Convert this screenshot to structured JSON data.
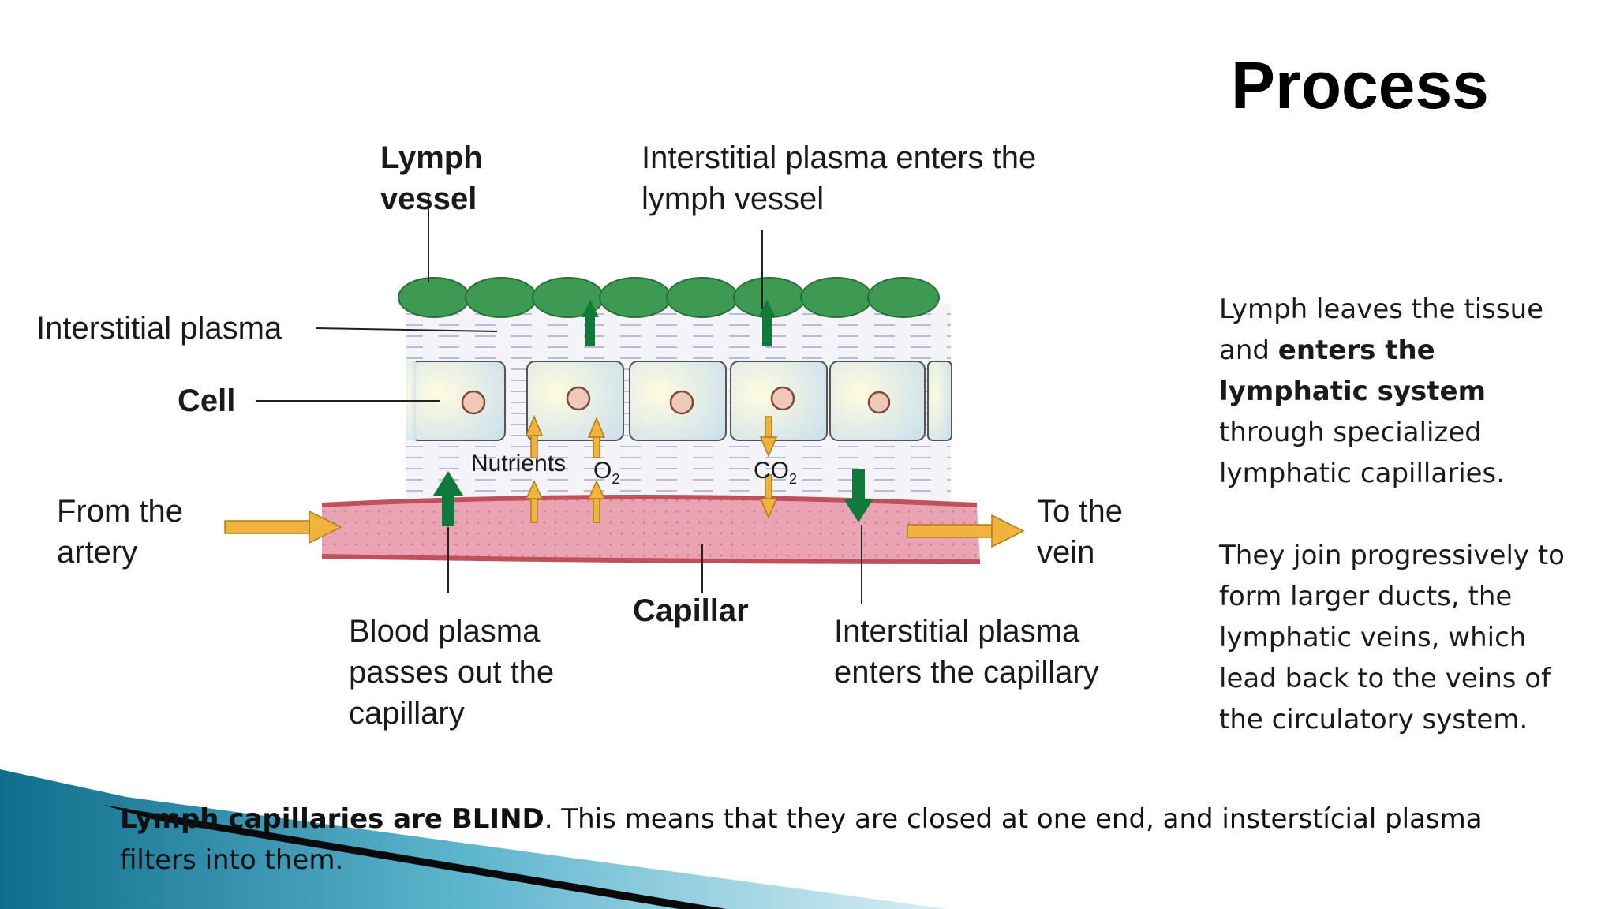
{
  "title": "Process",
  "labels": {
    "lymph_vessel_line1": "Lymph",
    "lymph_vessel_line2": "vessel",
    "enters_lymph_line1": "Interstitial plasma enters the",
    "enters_lymph_line2": "lymph vessel",
    "interstitial_plasma": "Interstitial plasma",
    "cell": "Cell",
    "from_artery_line1": "From the",
    "from_artery_line2": "artery",
    "to_vein_line1": "To the",
    "to_vein_line2": "vein",
    "nutrients": "Nutrients",
    "o2": "O",
    "o2_sub": "2",
    "co2": "CO",
    "co2_sub": "2",
    "capillar": "Capillar",
    "blood_plasma_line1": "Blood plasma",
    "blood_plasma_line2": "passes out the",
    "blood_plasma_line3": "capillary",
    "enters_cap_line1": "Interstitial plasma",
    "enters_cap_line2": "enters the capillary"
  },
  "side_text": {
    "p1_a": "Lymph leaves the tissue and ",
    "p1_bold": "enters the lymphatic system",
    "p1_b": " through specialized lymphatic capillaries.",
    "p2": "They join progressively to form larger ducts, the lymphatic veins, which lead back to the veins of the circulatory system."
  },
  "footer": {
    "bold": "Lymph capillaries are BLIND",
    "rest": ". This means that they are closed at one end, and insterstícial plasma filters into them."
  },
  "colors": {
    "lymph_green": "#3d9a52",
    "arrow_green": "#0f7a3a",
    "arrow_orange": "#f0b43c",
    "capillary_pink": "#eaa3b3",
    "capillary_border": "#c0505a",
    "cell_fill": "#eef4e0",
    "nucleus": "#f0c8b8"
  }
}
